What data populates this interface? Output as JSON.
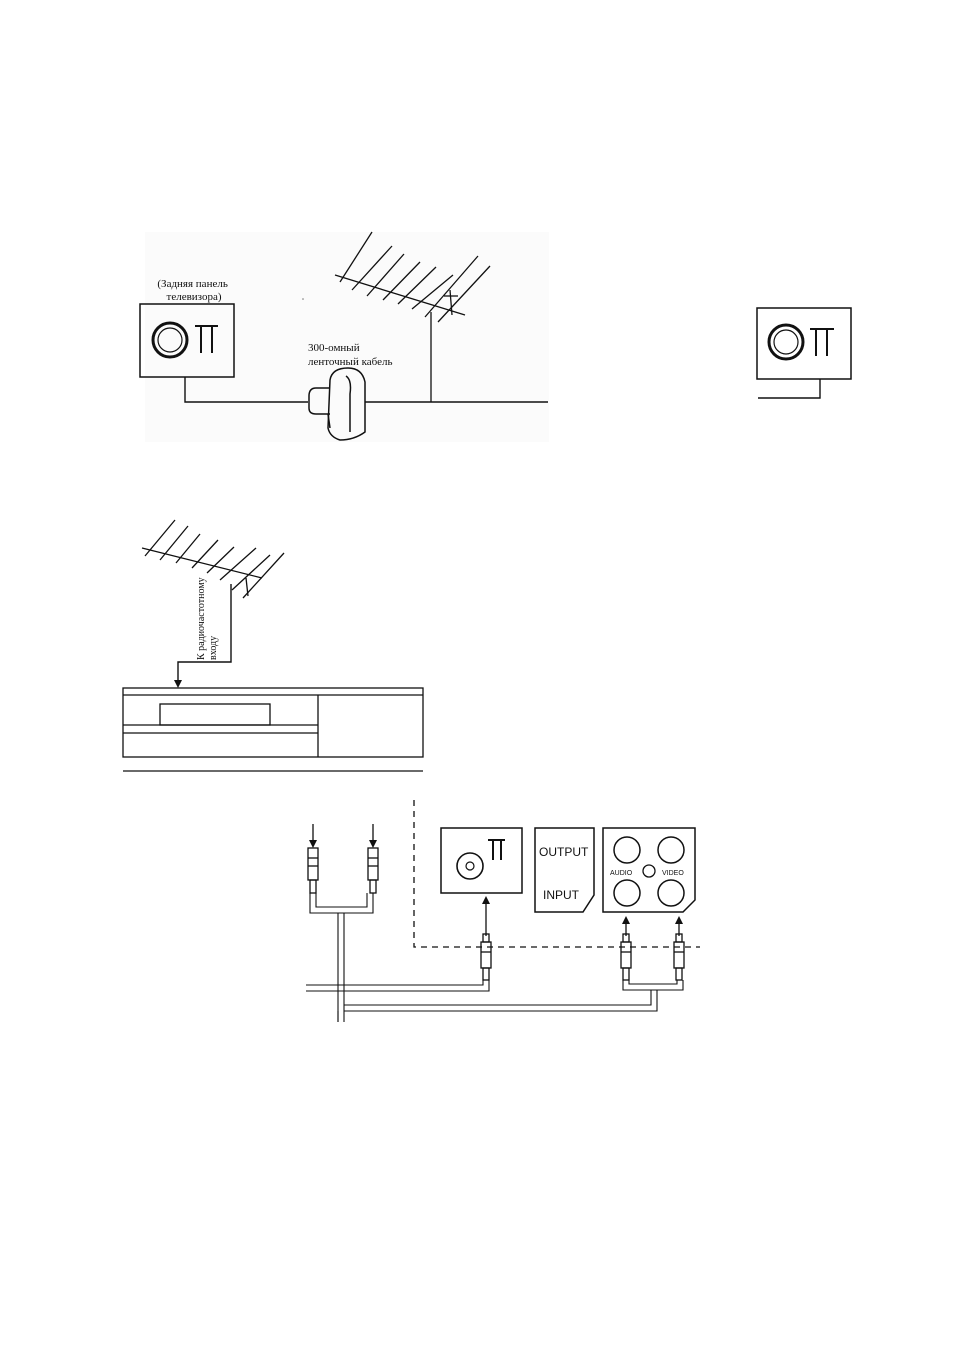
{
  "diagram_top": {
    "tv_back_label_line1": "(Задняя панель",
    "tv_back_label_line2": "телевизора)",
    "cable_label_line1": "300-омный",
    "cable_label_line2": "ленточный кабель"
  },
  "diagram_middle": {
    "rf_input_label_line1": "К радиочастотному",
    "rf_input_label_line2": "входу"
  },
  "diagram_bottom": {
    "output_label": "OUTPUT",
    "input_label": "INPUT",
    "audio_label": "AUDIO",
    "video_label": "VIDEO"
  },
  "icons": [
    "antenna-icon",
    "tv-back-panel-icon",
    "balun-transformer-icon",
    "vcr-icon",
    "rca-plug-icon"
  ],
  "colors": {
    "ink": "#111111",
    "background": "#ffffff"
  }
}
